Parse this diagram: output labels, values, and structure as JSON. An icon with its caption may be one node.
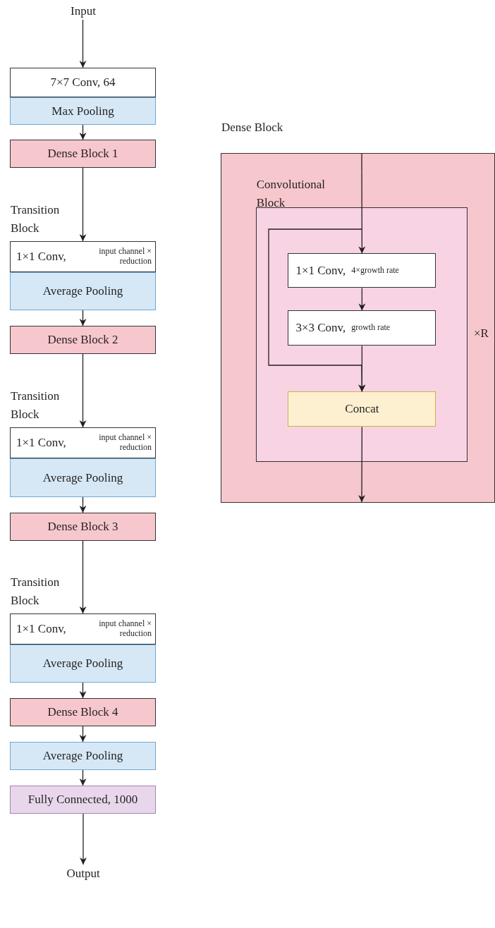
{
  "diagram": {
    "nodes": [
      {
        "text": [
          "Input"
        ]
      },
      {
        "text": [
          "7×7 Conv, 64"
        ]
      },
      {
        "text": [
          "Max Pooling"
        ]
      },
      {
        "text": [
          "Dense Block 1"
        ]
      },
      {
        "text": [
          "1×1 Conv,",
          "input channel × reduction"
        ],
        "beside": [
          "Transition Block"
        ]
      },
      {
        "text": [
          "Average Pooling"
        ]
      },
      {
        "text": [
          "Dense Block 2"
        ]
      },
      {
        "text": [
          "1×1 Conv,",
          "input channel × reduction"
        ],
        "beside": [
          "Transition Block"
        ]
      },
      {
        "text": [
          "Average Pooling"
        ]
      },
      {
        "text": [
          "Dense Block 3"
        ]
      },
      {
        "text": [
          "1×1 Conv,",
          "input channel × reduction"
        ],
        "beside": [
          "Transition Block"
        ]
      },
      {
        "text": [
          "Average Pooling"
        ]
      },
      {
        "text": [
          "Dense Block 4"
        ]
      },
      {
        "text": [
          "Average Pooling"
        ]
      },
      {
        "text": [
          "Fully Connected, 1000"
        ]
      },
      {
        "text": [
          "Output"
        ]
      },
      {
        "text": [
          "Dense Block"
        ]
      },
      {
        "text": [
          "Convolutional Block"
        ],
        "in": 16
      },
      {
        "text": [
          "1×1 Conv,",
          "4×growth rate"
        ],
        "in": 17
      },
      {
        "text": [
          "3×3 Conv,",
          "growth rate"
        ],
        "in": 17
      },
      {
        "text": [
          "Concat"
        ],
        "in": 17
      }
    ],
    "edges": [
      {
        "from": 0,
        "to": 1,
        "arrow": "to"
      },
      {
        "from": 2,
        "to": 3,
        "arrow": "to"
      },
      {
        "from": 3,
        "to": 4,
        "arrow": "to"
      },
      {
        "from": 5,
        "to": 6,
        "arrow": "to"
      },
      {
        "from": 6,
        "to": 7,
        "arrow": "to"
      },
      {
        "from": 8,
        "to": 9,
        "arrow": "to"
      },
      {
        "from": 9,
        "to": 10,
        "arrow": "to"
      },
      {
        "from": 11,
        "to": 12,
        "arrow": "to"
      },
      {
        "from": 12,
        "to": 13,
        "arrow": "to"
      },
      {
        "from": 13,
        "to": 14,
        "arrow": "to"
      },
      {
        "from": 14,
        "to": 15,
        "arrow": "to"
      },
      {
        "from": null,
        "to": 18,
        "arrow": "to"
      },
      {
        "from": 18,
        "to": 19,
        "arrow": "to"
      },
      {
        "from": null,
        "to": 20,
        "arrow": "to"
      },
      {
        "from": 19,
        "to": 20,
        "arrow": "to"
      },
      {
        "from": 20,
        "to": null,
        "arrow": "to"
      }
    ],
    "labels": [
      "×R"
    ]
  }
}
